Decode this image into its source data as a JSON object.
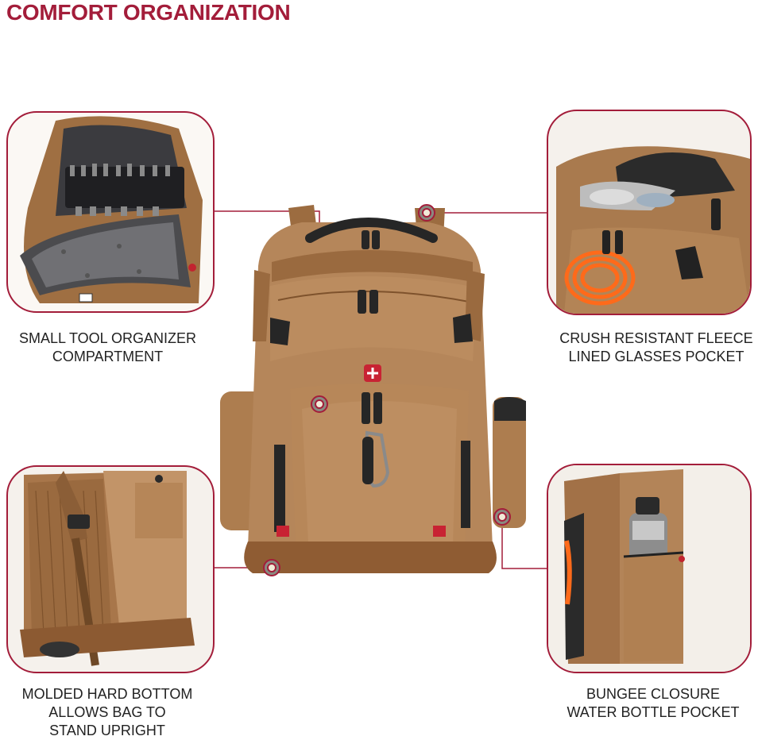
{
  "title": "COMFORT ORGANIZATION",
  "captions": {
    "top_left": [
      "SMALL TOOL ORGANIZER",
      "COMPARTMENT"
    ],
    "top_right": [
      "CRUSH RESISTANT FLEECE",
      "LINED GLASSES POCKET"
    ],
    "bottom_left": [
      "MOLDED HARD BOTTOM",
      "ALLOWS BAG TO",
      "STAND UPRIGHT"
    ],
    "bottom_right": [
      "BUNGEE CLOSURE",
      "WATER BOTTLE POCKET"
    ]
  },
  "colors": {
    "accent": "#a31d3a",
    "canvas": "#b8875a",
    "leather": "#9a6a3f",
    "dark": "#2a2a2a",
    "orange": "#ff6a1a"
  }
}
